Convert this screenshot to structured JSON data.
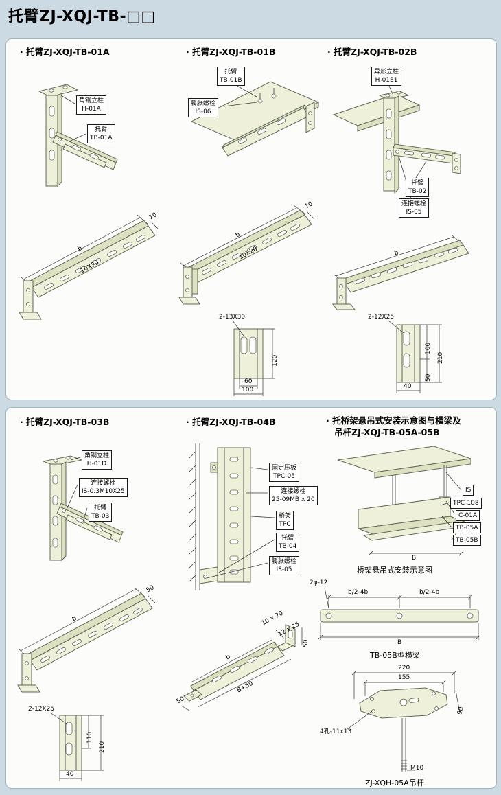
{
  "page": {
    "title": "托臂ZJ-XQJ-TB-□□"
  },
  "colors": {
    "page_bg": "#ccdae3",
    "panel_bg": "#fcfdfb",
    "panel_border": "#9db4c1",
    "part_fill": "#eef0da",
    "part_shade": "#dde1c2",
    "stroke": "#606856"
  },
  "top_panel": {
    "s01a": {
      "heading": "· 托臂ZJ-XQJ-TB-01A",
      "label_post": "角钢立柱\nH-01A",
      "label_arm": "托臂\nTB-01A",
      "dim_b": "b",
      "dim_slot": "10X20",
      "dim_10": "10"
    },
    "s01b": {
      "heading": "· 托臂ZJ-XQJ-TB-01B",
      "label_arm": "托臂\nTB-01B",
      "label_bolt": "膨胀螺栓\nIS-06",
      "dim_b": "b",
      "dim_slot": "10X20",
      "dim_10": "10",
      "detail_label": "2-13X30",
      "detail_h": "120",
      "detail_w1": "60",
      "detail_w2": "100"
    },
    "s02b": {
      "heading": "· 托臂ZJ-XQJ-TB-02B",
      "label_post": "异形立柱\nH-01E1",
      "label_arm": "托臂\nTB-02",
      "label_bolt": "连接螺栓\nIS-05",
      "dim_b": "b",
      "detail_label": "2-12X25",
      "detail_d1": "100",
      "detail_d2": "50",
      "detail_total": "210",
      "detail_w": "40"
    }
  },
  "bottom_panel": {
    "s03b": {
      "heading": "· 托臂ZJ-XQJ-TB-03B",
      "label_post": "角钢立柱\nH-01D",
      "label_bolt": "连接螺栓\nIS-0.3M10X25",
      "label_arm": "托臂\nTB-03",
      "dim_b": "b",
      "dim_50": "50",
      "detail_label": "2-12X25",
      "detail_d1": "110",
      "detail_total": "210",
      "detail_w": "40"
    },
    "s04b": {
      "heading": "· 托臂ZJ-XQJ-TB-04B",
      "label_plate": "固定压板\nTPC-05",
      "label_bolt1": "连接螺栓\n25-09MB x 20",
      "label_tray": "桥架\nTPC",
      "label_arm": "托臂\nTB-04",
      "label_bolt2": "膨胀螺栓\nIS-05",
      "dim_slot1": "10 x 20",
      "dim_slot2": "12 x 25",
      "dim_50v": "50",
      "dim_b": "b",
      "dim_b50": "B+50",
      "dim_50": "50"
    },
    "s05": {
      "heading_line1": "· 托桥架悬吊式安装示意图与横梁及",
      "heading_line2": "吊杆ZJ-XQJ-TB-05A-05B",
      "label_is": "IS",
      "label_tpc108": "TPC-108",
      "label_c01a": "C-01A",
      "label_tb05a": "TB-05A",
      "label_tb05b": "TB-05B",
      "dim_B": "B",
      "caption": "桥架悬吊式安装示意图",
      "beam": {
        "label_holes": "2φ-12",
        "dim_left": "b/2-4b",
        "dim_right": "b/2-4b",
        "dim_B": "B",
        "caption": "TB-05B型横梁"
      },
      "hanger": {
        "dim_220": "220",
        "dim_155": "155",
        "dim_90": "90",
        "label_holes": "4孔-11x13",
        "label_thread": "M10",
        "caption": "ZJ-XQH-05A吊杆"
      }
    }
  }
}
